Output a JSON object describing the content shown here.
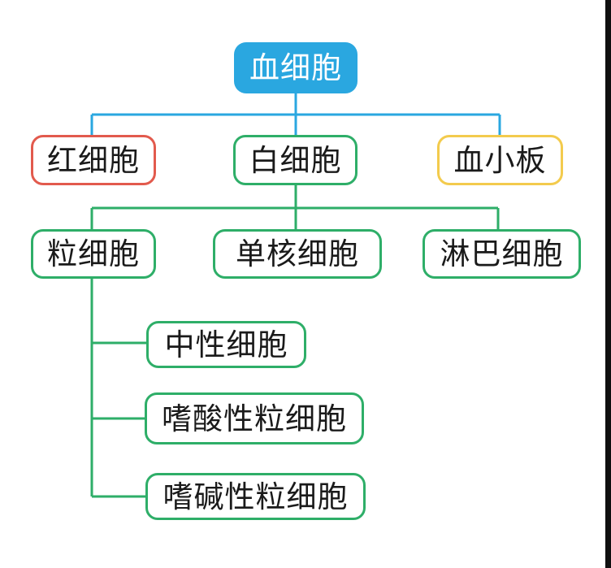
{
  "colors": {
    "blue": "#2AA7E0",
    "red": "#E25A4D",
    "green": "#2EAE68",
    "yellow": "#F3CB4D",
    "text": "#1A1A1A",
    "node_background": "#FFFFFF",
    "canvas_background": "#FFFFFF",
    "edge_strip": "#101010"
  },
  "tree": {
    "root": {
      "label": "血细胞",
      "variant": "filled",
      "color": "blue"
    },
    "level2": [
      {
        "label": "红细胞",
        "color": "red"
      },
      {
        "label": "白细胞",
        "color": "green"
      },
      {
        "label": "血小板",
        "color": "yellow"
      }
    ],
    "level3": [
      {
        "label": "粒细胞",
        "color": "green"
      },
      {
        "label": "单核细胞",
        "color": "green"
      },
      {
        "label": "淋巴细胞",
        "color": "green"
      }
    ],
    "level4": [
      {
        "label": "中性细胞",
        "color": "green"
      },
      {
        "label": "嗜酸性粒细胞",
        "color": "green"
      },
      {
        "label": "嗜碱性粒细胞",
        "color": "green"
      }
    ]
  }
}
